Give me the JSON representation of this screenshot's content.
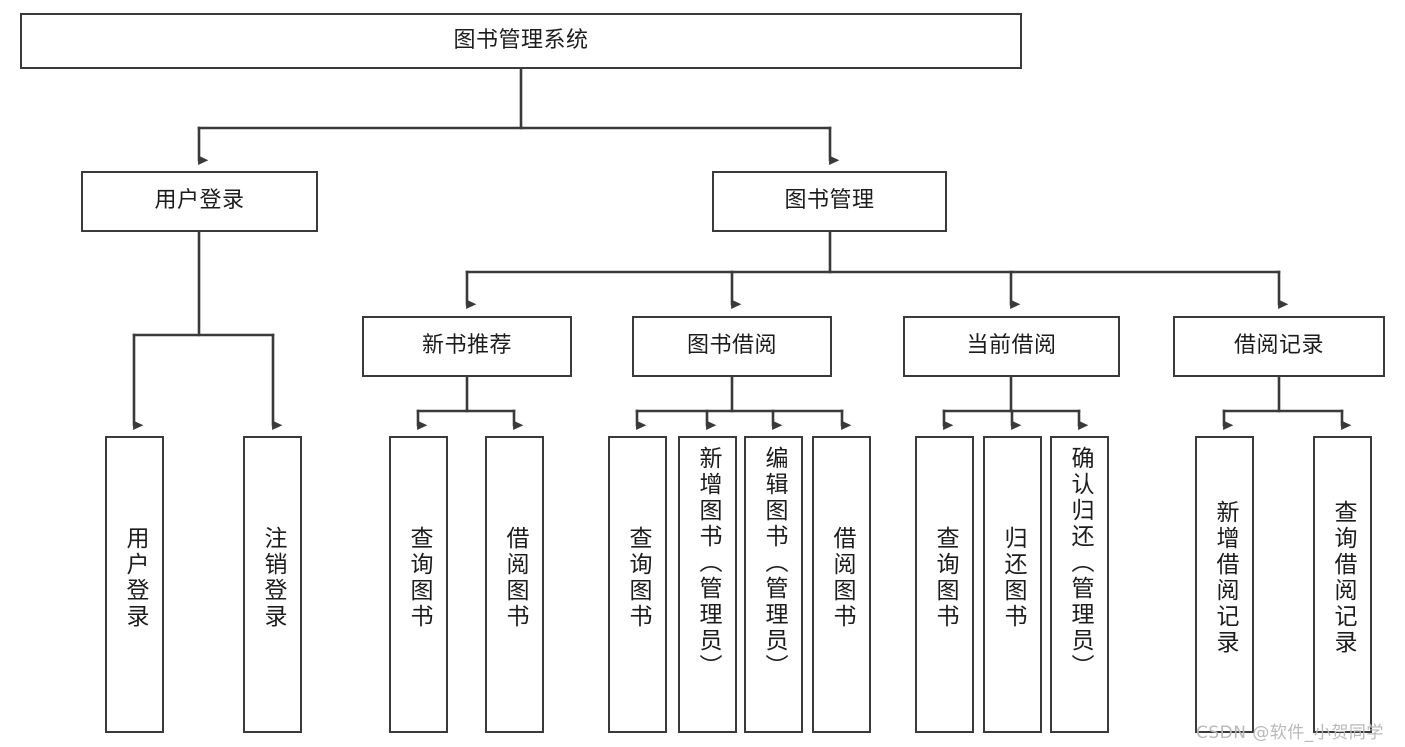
{
  "diagram": {
    "title": "图书管理系统",
    "type": "tree-hierarchy",
    "root": {
      "label": "图书管理系统"
    },
    "level2": [
      {
        "label": "用户登录"
      },
      {
        "label": "图书管理"
      }
    ],
    "level3": [
      {
        "label": "新书推荐"
      },
      {
        "label": "图书借阅"
      },
      {
        "label": "当前借阅"
      },
      {
        "label": "借阅记录"
      }
    ],
    "leaves": {
      "user_login": [
        {
          "label": "用户登录"
        },
        {
          "label": "注销登录"
        }
      ],
      "new_book_recommend": [
        {
          "label": "查询图书"
        },
        {
          "label": "借阅图书"
        }
      ],
      "book_borrow": [
        {
          "label": "查询图书"
        },
        {
          "label": "新增图书（管理员）"
        },
        {
          "label": "编辑图书（管理员）"
        },
        {
          "label": "借阅图书"
        }
      ],
      "current_borrow": [
        {
          "label": "查询图书"
        },
        {
          "label": "归还图书"
        },
        {
          "label": "确认归还（管理员）"
        }
      ],
      "borrow_record": [
        {
          "label": "新增借阅记录"
        },
        {
          "label": "查询借阅记录"
        }
      ]
    }
  },
  "watermark": {
    "text": "CSDN @软件_小贺同学"
  },
  "colors": {
    "background": "#ffffff",
    "box_border": "#3a3a3a",
    "connector": "#3a3a3a",
    "text": "#1c1c1c",
    "watermark": "#b9b9b9"
  }
}
